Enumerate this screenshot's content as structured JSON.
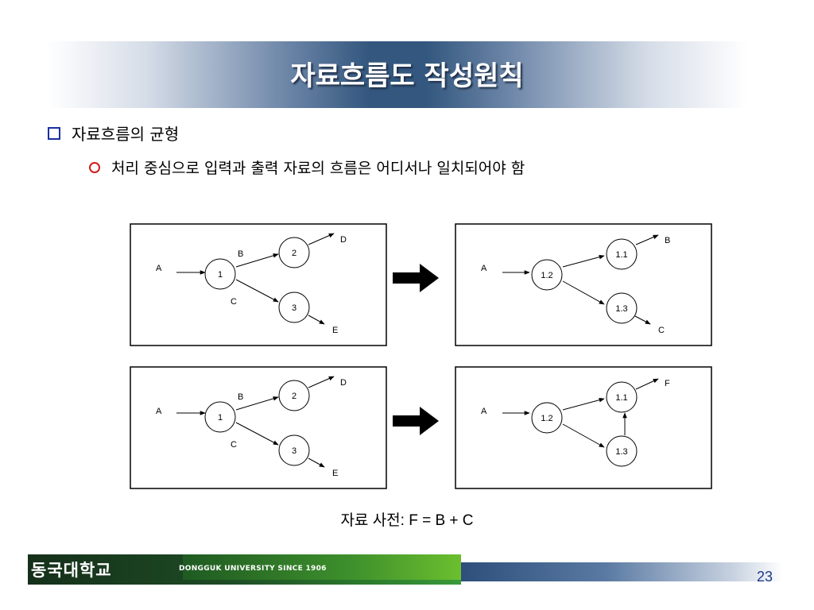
{
  "slide": {
    "title": "자료흐름도 작성원칙",
    "bullet1": "자료흐름의 균형",
    "bullet2": "처리 중심으로 입력과 출력 자료의 흐름은 어디서나 일치되어야 함",
    "dictionary_note": "자료 사전: F = B + C",
    "page_number": "23"
  },
  "footer": {
    "logo_text": "동국대학교",
    "university_text": "DONGGUK UNIVERSITY  SINCE 1906"
  },
  "diagrams": {
    "top_left": {
      "process_1": "1",
      "process_2": "2",
      "process_3": "3",
      "flow_a": "A",
      "flow_b": "B",
      "flow_c": "C",
      "flow_d": "D",
      "flow_e": "E"
    },
    "top_right": {
      "process_11": "1.1",
      "process_12": "1.2",
      "process_13": "1.3",
      "flow_a": "A",
      "flow_b": "B",
      "flow_c": "C"
    },
    "bottom_left": {
      "process_1": "1",
      "process_2": "2",
      "process_3": "3",
      "flow_a": "A",
      "flow_b": "B",
      "flow_c": "C",
      "flow_d": "D",
      "flow_e": "E"
    },
    "bottom_right": {
      "process_11": "1.1",
      "process_12": "1.2",
      "process_13": "1.3",
      "flow_a": "A",
      "flow_f": "F"
    }
  },
  "colors": {
    "title_band": "#33577e",
    "bullet_square": "#1a2fa0",
    "bullet_circle": "#d11c1c",
    "page_number": "#1c3a8c",
    "footer_green": "#2d7d2d"
  }
}
